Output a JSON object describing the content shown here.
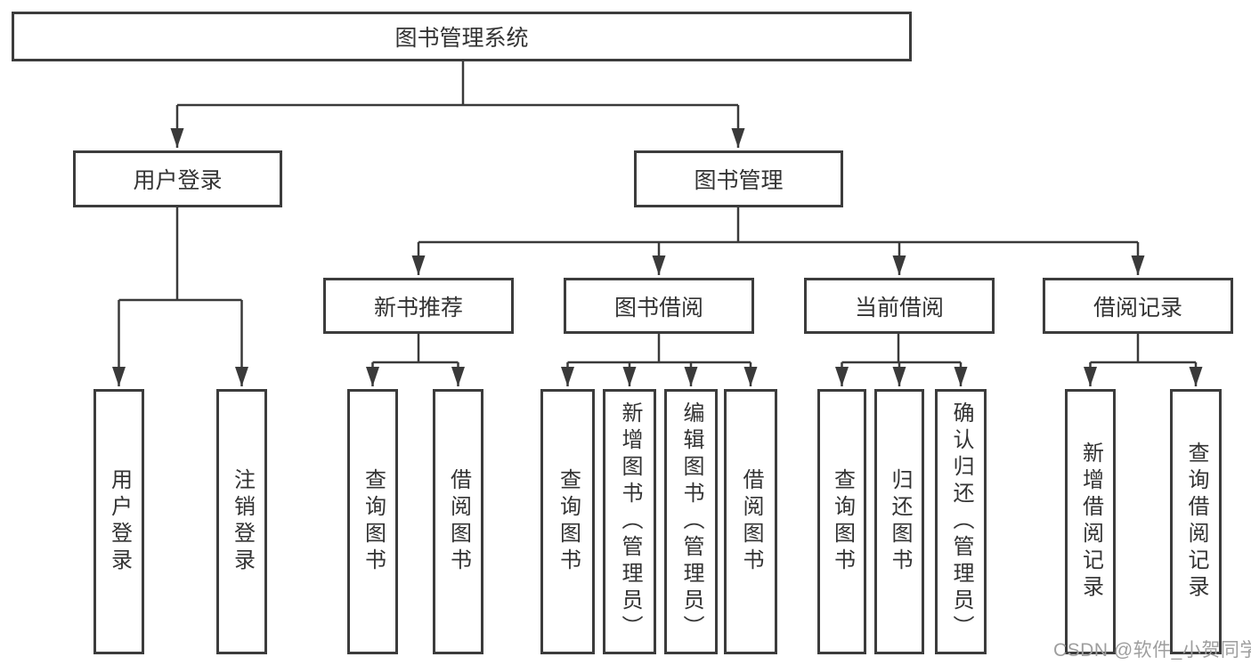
{
  "diagram_type": "hierarchy-tree",
  "colors": {
    "line": "#3a3a3a",
    "box_border": "#3c3c3c",
    "text": "#333333",
    "box_background": "#ffffff",
    "watermark_text_color": "#9e9e9e"
  },
  "tree": {
    "root": {
      "label": "图书管理系统"
    },
    "children": [
      {
        "label": "用户登录",
        "children": [
          {
            "label": "用户登录"
          },
          {
            "label": "注销登录"
          }
        ]
      },
      {
        "label": "图书管理",
        "children": [
          {
            "label": "新书推荐",
            "children": [
              {
                "label": "查询图书"
              },
              {
                "label": "借阅图书"
              }
            ]
          },
          {
            "label": "图书借阅",
            "children": [
              {
                "label": "查询图书"
              },
              {
                "label": "新增图书（管理员）"
              },
              {
                "label": "编辑图书（管理员）"
              },
              {
                "label": "借阅图书"
              }
            ]
          },
          {
            "label": "当前借阅",
            "children": [
              {
                "label": "查询图书"
              },
              {
                "label": "归还图书"
              },
              {
                "label": "确认归还（管理员）"
              }
            ]
          },
          {
            "label": "借阅记录",
            "children": [
              {
                "label": "新增借阅记录"
              },
              {
                "label": "查询借阅记录"
              }
            ]
          }
        ]
      }
    ]
  },
  "watermark": "CSDN @软件_小贺同学"
}
